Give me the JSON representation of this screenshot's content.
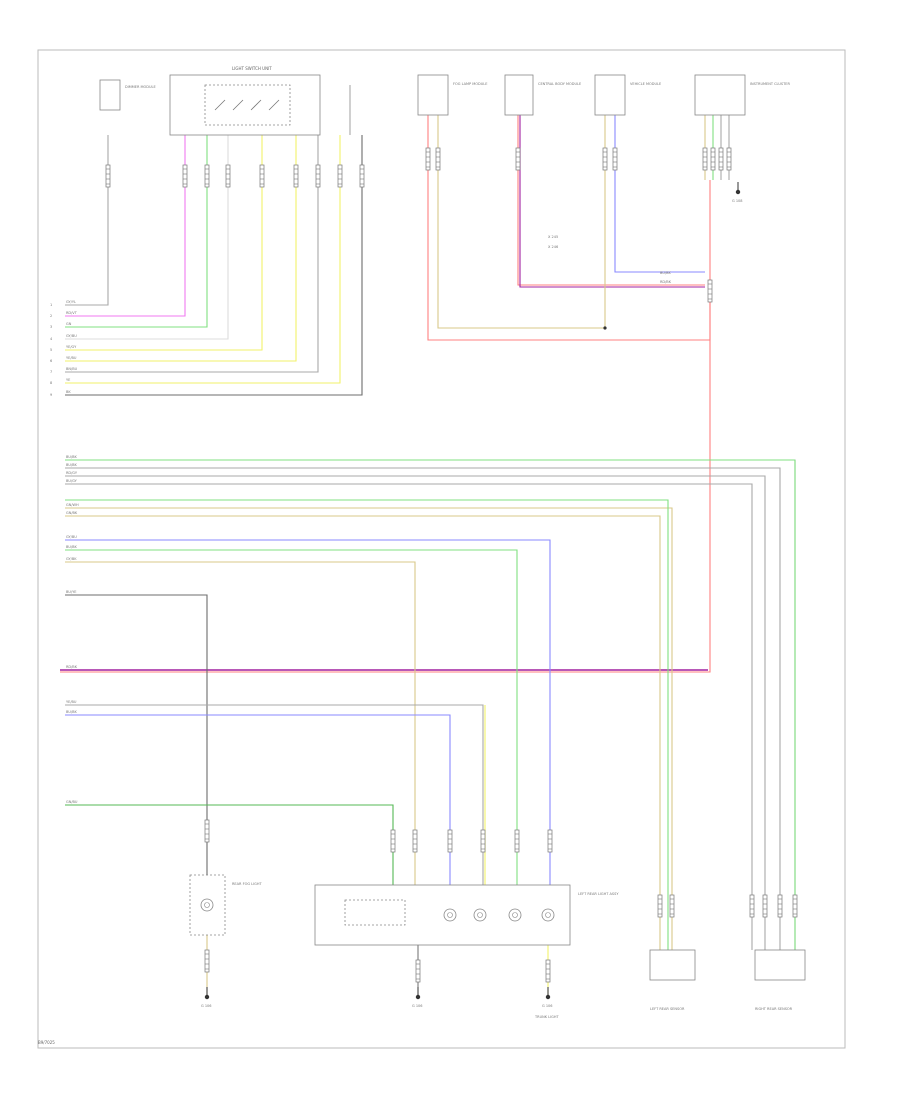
{
  "colors": {
    "frame": "#bbbbbb",
    "gray": "#a8a8a8",
    "dark": "#6d6d6d",
    "pink": "#ff8080",
    "magenta": "#f07af0",
    "violet": "#a020a0",
    "green": "#80e080",
    "green_dark": "#55b855",
    "yellow": "#f2f26a",
    "tan": "#d8c88a",
    "blue": "#8a8aff",
    "white_wire": "#dcdcdc"
  },
  "components": {
    "light_switch": "LIGHT SWITCH UNIT",
    "dimmer_module": "DIMMER MODULE",
    "fog_lamp_module": "FOG LAMP MODULE",
    "central_body_module": "CENTRAL BODY MODULE",
    "vehicle_module": "VEHICLE MODULE",
    "instrument_cluster": "INSTRUMENT CLUSTER",
    "rear_fog_light": "REAR FOG LIGHT",
    "left_rear_light": "LEFT REAR LIGHT ASSY",
    "left_rear_sensor": "LEFT REAR SENSOR",
    "right_rear_sensor": "RIGHT REAR SENSOR",
    "trunk_light": "TRUNK LIGHT"
  },
  "grounds": [
    "G 106",
    "G 106",
    "G 106",
    "G 108"
  ],
  "legend": [
    "X 245",
    "X 246"
  ],
  "left_wire_group_1": [
    "GY/YL",
    "RD/VT",
    "GN",
    "GY/BU",
    "YE/GY",
    "YE/BU",
    "BN/BU",
    "YE",
    "BK"
  ],
  "left_wire_group_2": [
    "BU/BK",
    "BU/BK",
    "RD/GY",
    "BU/GY",
    "GN/WH",
    "GN/BK"
  ],
  "left_wire_group_3": [
    "GY/BU",
    "BU/BK",
    "GY/BK"
  ],
  "left_wire_single_1": "BU/YE",
  "left_wire_single_2": "RD/BK",
  "left_wire_group_4": [
    "YE/BU",
    "BU/BK"
  ],
  "left_wire_single_3": "GN/BU",
  "mid_wires": [
    "BU/BK",
    "RD/BK"
  ],
  "diagram_ref": "B9/7025"
}
